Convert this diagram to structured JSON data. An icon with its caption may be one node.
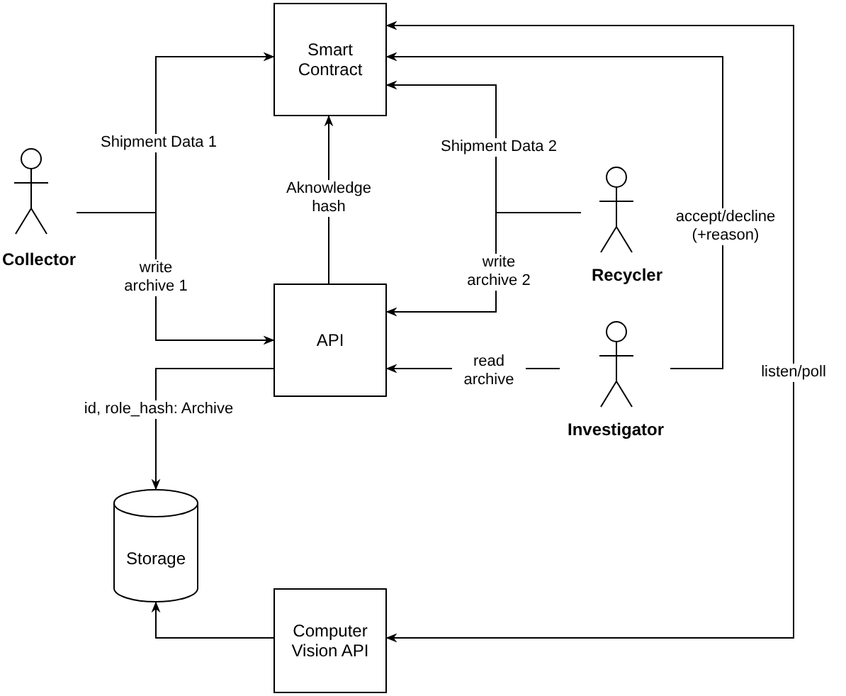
{
  "diagram": {
    "nodes": [
      {
        "text": [
          "Smart Contract"
        ]
      },
      {
        "text": [
          "API"
        ]
      },
      {
        "text": [
          "Storage"
        ]
      },
      {
        "text": [
          "Computer Vision API"
        ]
      },
      {
        "text": [
          "Collector"
        ]
      },
      {
        "text": [
          "Recycler"
        ]
      },
      {
        "text": [
          "Investigator"
        ]
      }
    ],
    "edges": [
      {
        "from": 4,
        "to": 0,
        "arrow": "to",
        "label": "Shipment Data 1"
      },
      {
        "from": 4,
        "to": 1,
        "arrow": "to",
        "label": "write archive 1"
      },
      {
        "from": 1,
        "to": 0,
        "arrow": "to",
        "label": "Aknowledge hash"
      },
      {
        "from": 5,
        "to": 0,
        "arrow": "to",
        "label": "Shipment Data 2"
      },
      {
        "from": 5,
        "to": 1,
        "arrow": "to",
        "label": "write archive 2"
      },
      {
        "from": 6,
        "to": 1,
        "arrow": "to",
        "label": "read archive"
      },
      {
        "from": 6,
        "to": 0,
        "arrow": "to",
        "label": "accept/decline (+reason)"
      },
      {
        "from": 1,
        "to": 2,
        "arrow": "to",
        "label": "id, role_hash: Archive"
      },
      {
        "from": 3,
        "to": 2,
        "arrow": "to"
      },
      {
        "from": 3,
        "to": 0,
        "arrow": "both",
        "label": "listen/poll"
      }
    ]
  }
}
